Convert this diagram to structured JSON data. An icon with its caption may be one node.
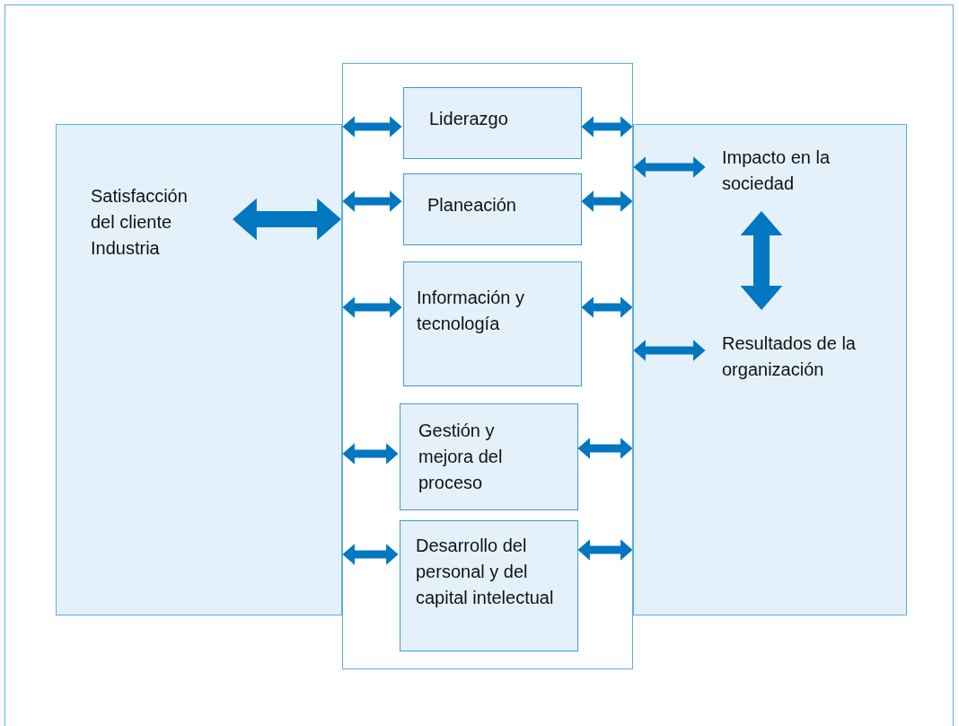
{
  "diagram": {
    "nodes": [
      {
        "text": [],
        "shape": "box"
      },
      {
        "text": [
          "Satisfacción del cliente Industria"
        ],
        "in": 0
      },
      {
        "text": [],
        "shape": "box"
      },
      {
        "text": [
          "Liderazgo"
        ],
        "in": 2
      },
      {
        "text": [
          "Planeación"
        ],
        "in": 2
      },
      {
        "text": [
          "Información y tecnología"
        ],
        "in": 2
      },
      {
        "text": [
          "Gestión y mejora del proceso"
        ],
        "in": 2
      },
      {
        "text": [
          "Desarrollo del personal y del capital intelectual"
        ],
        "in": 2
      },
      {
        "text": [],
        "shape": "box"
      },
      {
        "text": [
          "Impacto en la sociedad"
        ],
        "in": 8
      },
      {
        "text": [
          "Resultados de la organización"
        ],
        "in": 8
      }
    ],
    "edges": [
      {
        "from": 1,
        "to": 2,
        "arrow": "both",
        "style": "thick"
      },
      {
        "from": 2,
        "to": 3,
        "arrow": "both"
      },
      {
        "from": 2,
        "to": 4,
        "arrow": "both"
      },
      {
        "from": 2,
        "to": 5,
        "arrow": "both"
      },
      {
        "from": 2,
        "to": 6,
        "arrow": "both"
      },
      {
        "from": 2,
        "to": 7,
        "arrow": "both"
      },
      {
        "from": 3,
        "to": 8,
        "arrow": "both"
      },
      {
        "from": 4,
        "to": 8,
        "arrow": "both"
      },
      {
        "from": 5,
        "to": 8,
        "arrow": "both"
      },
      {
        "from": 6,
        "to": 8,
        "arrow": "both"
      },
      {
        "from": 7,
        "to": 8,
        "arrow": "both"
      },
      {
        "from": 8,
        "to": 9,
        "arrow": "both"
      },
      {
        "from": 8,
        "to": 10,
        "arrow": "both"
      },
      {
        "from": 9,
        "to": 10,
        "arrow": "both",
        "style": "thick"
      }
    ]
  }
}
